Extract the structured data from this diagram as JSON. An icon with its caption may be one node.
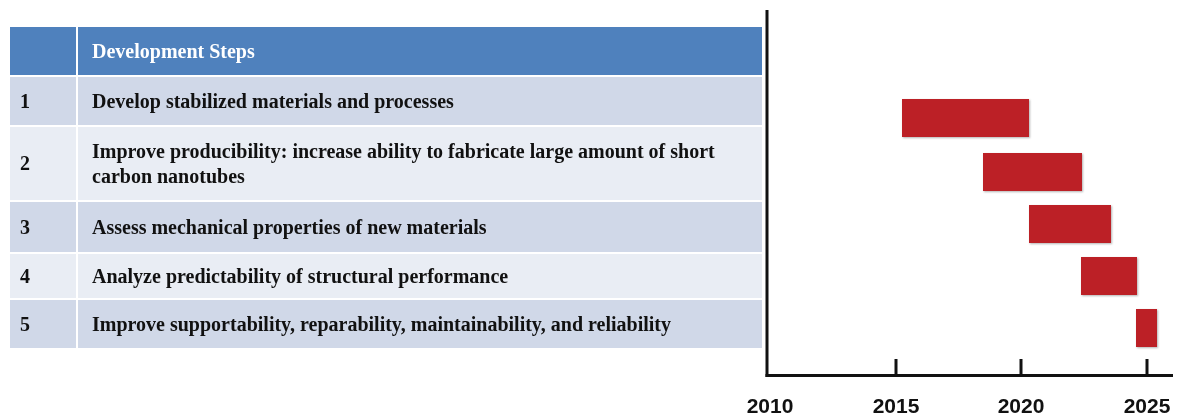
{
  "diagram": {
    "nodes": [
      {
        "text": [],
        "shape": "bar"
      },
      {
        "text": [],
        "shape": "bar"
      },
      {
        "text": [],
        "shape": "bar"
      },
      {
        "text": [],
        "shape": "bar"
      },
      {
        "text": [],
        "shape": "bar"
      }
    ],
    "labels": [
      "Development Steps",
      "1",
      "Develop stabilized materials and processes",
      "2",
      "Improve producibility: increase ability to fabricate large amount of short carbon nanotubes",
      "3",
      "Assess mechanical properties of new materials",
      "4",
      "Analyze predictability of structural performance",
      "5",
      "Improve supportability, reparability, maintainability, and reliability",
      "2010",
      "2015",
      "2020",
      "2025"
    ]
  }
}
